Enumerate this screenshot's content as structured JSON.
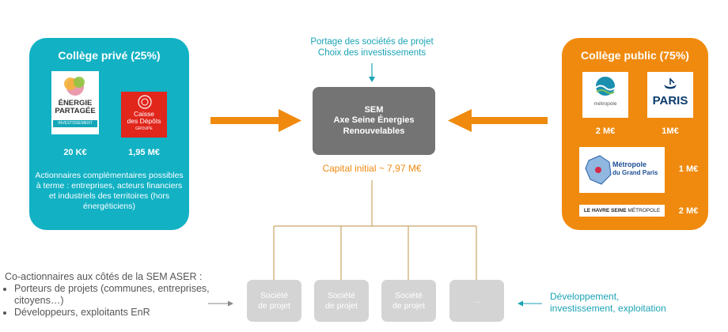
{
  "prive": {
    "title": "Collège privé (25%)",
    "energie_line1": "ÉNERGIE",
    "energie_line2": "PARTAGÉE",
    "energie_line3": "INVESTISSEMENT",
    "caisse_line1": "Caisse",
    "caisse_line2": "des Dépôts",
    "caisse_line3": "GROUPE",
    "amount_energie": "20 K€",
    "amount_caisse": "1,95 M€",
    "note": "Actionnaires complémentaires possibles à terme : entreprises, acteurs financiers et industriels des territoires (hors énergéticiens)"
  },
  "public": {
    "title": "Collège public (75%)",
    "metropole_rouen": "métropole",
    "paris_logo": "PARIS",
    "amount_rouen": "2 M€",
    "amount_paris": "1M€",
    "grand_paris_line1": "Métropole",
    "grand_paris_line2": "du Grand Paris",
    "amount_grand_paris": "1 M€",
    "havre_bold": "LE HAVRE SEINE",
    "havre_light": "MÉTROPOLE",
    "amount_havre": "2 M€"
  },
  "center": {
    "portage_line1": "Portage des sociétés de projet",
    "portage_line2": "Choix des investissements",
    "sem_line1": "SEM",
    "sem_line2": "Axe Seine Énergies",
    "sem_line3": "Renouvelables",
    "capital": "Capital initial ~ 7,97 M€"
  },
  "societes": [
    {
      "line1": "Société",
      "line2": "de projet"
    },
    {
      "line1": "Société",
      "line2": "de projet"
    },
    {
      "line1": "Société",
      "line2": "de projet"
    },
    {
      "label": "…"
    }
  ],
  "coactionnaires": {
    "heading": "Co-actionnaires aux côtés de la SEM ASER :",
    "items": [
      "Porteurs de projets (communes, entreprises, citoyens…)",
      "Développeurs, exploitants EnR"
    ]
  },
  "developpement": {
    "line1": "Développement,",
    "line2": "investissement, exploitation"
  },
  "colors": {
    "teal": "#12b1c4",
    "orange": "#f08a0e",
    "sem_grey": "#747474",
    "societe_grey": "#d4d4d4"
  }
}
